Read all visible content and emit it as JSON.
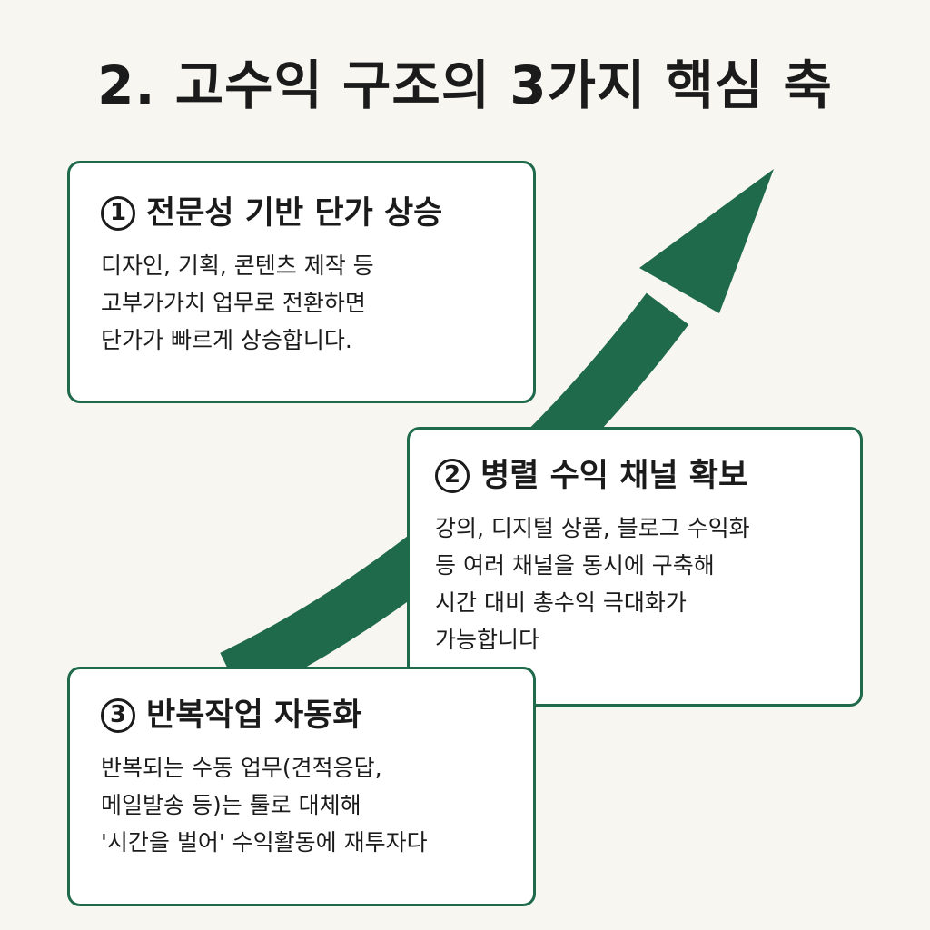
{
  "title": "2. 고수익 구조의 3가지 핵심 축",
  "accent_color": "#1e6a4b",
  "arrow_icon": "upward-trend-arrow",
  "cards": [
    {
      "number": "1",
      "heading": "전문성 기반 단가 상승",
      "body": "디자인, 기획, 콘텐츠 제작 등\n고부가가치 업무로 전환하면\n단가가 빠르게 상승합니다."
    },
    {
      "number": "2",
      "heading": "병렬 수익 채널 확보",
      "body": "강의, 디지털 상품, 블로그 수익화\n등 여러 채널을 동시에 구축해\n시간 대비 총수익 극대화가\n가능합니다"
    },
    {
      "number": "3",
      "heading": "반복작업 자동화",
      "body": "반복되는 수동 업무(견적응답,\n메일발송 등)는 툴로 대체해\n'시간을 벌어' 수익활동에 재투자다"
    }
  ]
}
